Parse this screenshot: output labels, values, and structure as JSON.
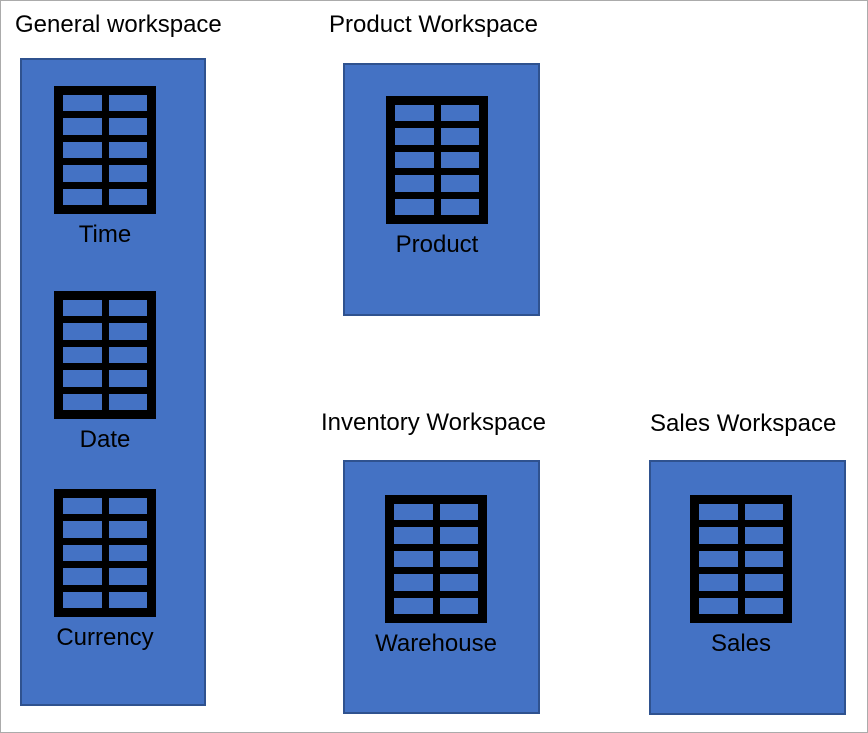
{
  "colors": {
    "workspace_fill": "#4472c4",
    "workspace_border": "#2f528f",
    "icon_ink": "#000000",
    "page_border": "#ababab"
  },
  "workspaces": [
    {
      "title": "General workspace",
      "tables": [
        "Time",
        "Date",
        "Currency"
      ]
    },
    {
      "title": "Product Workspace",
      "tables": [
        "Product"
      ]
    },
    {
      "title": "Inventory Workspace",
      "tables": [
        "Warehouse"
      ]
    },
    {
      "title": "Sales Workspace",
      "tables": [
        "Sales"
      ]
    }
  ]
}
